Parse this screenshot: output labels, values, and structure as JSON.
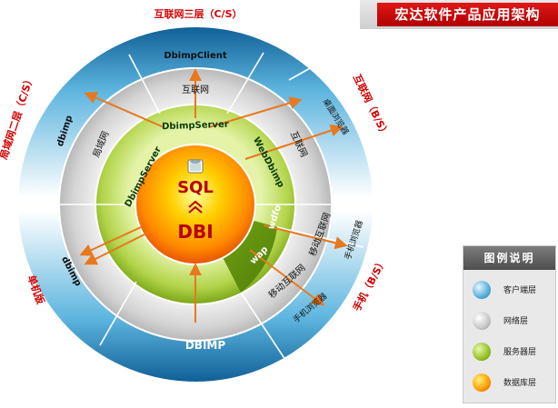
{
  "title": "宏达软件产品应用架构",
  "legend": {
    "title": "图例说明",
    "items": [
      {
        "label": "客户端层",
        "swatch": "client"
      },
      {
        "label": "网络层",
        "swatch": "network"
      },
      {
        "label": "服务器层",
        "swatch": "server"
      },
      {
        "label": "数据库层",
        "swatch": "database"
      }
    ]
  },
  "outer_labels": {
    "internet_cs": "互联网三层（C/S）",
    "lan_cs": "局域网二层（C/S）",
    "internet_bs": "互联网（B/S）",
    "mobile_bs": "手机（B/S）",
    "standalone": "单机版"
  },
  "client_labels": {
    "dbimp_client": "DbimpClient",
    "dbimp_top": "dbimp",
    "dbimp_bottom": "dbimp",
    "desktop_browser": "桌面浏览器",
    "mobile_browser_1": "手机浏览器",
    "mobile_browser_2": "手机浏览器",
    "dbimp_standalone": "DBIMP"
  },
  "network_labels": {
    "internet_top": "互联网",
    "lan": "局域网",
    "internet_right": "互联网",
    "mobile_internet_1": "移动互联网",
    "mobile_internet_2": "移动互联网"
  },
  "server_labels": {
    "dbimp_server_top": "DbimpServer",
    "dbimp_server_left": "DbimpServer",
    "web_dbimp": "WebDbimp",
    "wdfo": "wdfo",
    "wap": "wap"
  },
  "core_labels": {
    "sql": "SQL",
    "dbi": "DBI"
  },
  "colors": {
    "title_red": "#c80000",
    "label_red": "#d40000",
    "arrow_orange": "#e8781e",
    "client_blue": "#3d9fd2",
    "server_green": "#8cbc1c",
    "core_orange": "#ff8a00"
  }
}
